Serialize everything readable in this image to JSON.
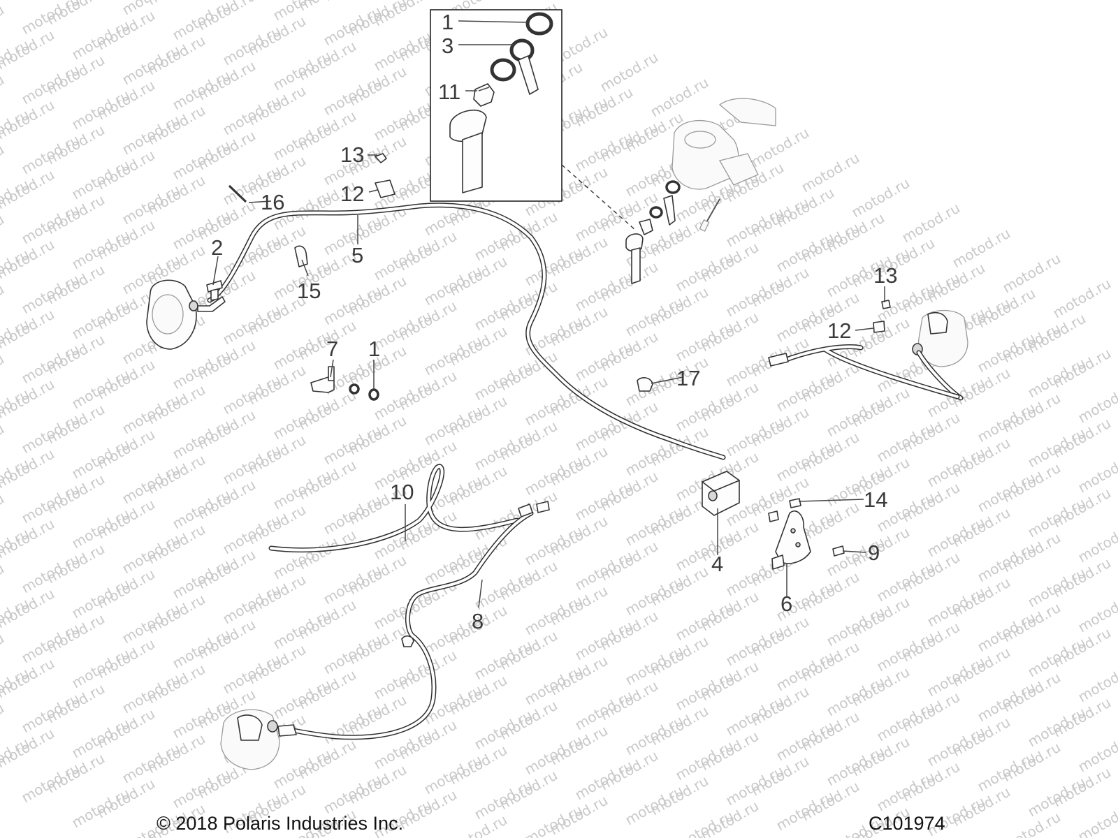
{
  "callouts": {
    "c1_top": "1",
    "c3": "3",
    "c11": "11",
    "c13_left": "13",
    "c12_left": "12",
    "c16": "16",
    "c2": "2",
    "c5": "5",
    "c15": "15",
    "c7": "7",
    "c1_mid": "1",
    "c13_right": "13",
    "c12_right": "12",
    "c17": "17",
    "c10": "10",
    "c8": "8",
    "c4": "4",
    "c14": "14",
    "c9": "9",
    "c6": "6"
  },
  "footer": {
    "copyright": "© 2018 Polaris Industries Inc.",
    "diagram_code": "C101974"
  },
  "watermark": {
    "text": "motod.ru",
    "color": "#c9c9c9"
  }
}
